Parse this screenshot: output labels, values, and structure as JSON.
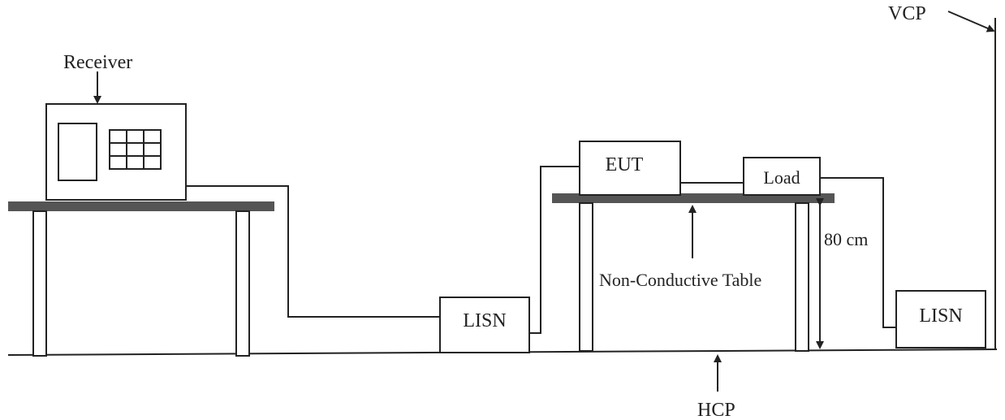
{
  "labels": {
    "receiver": "Receiver",
    "vcp": "VCP",
    "eut": "EUT",
    "load": "Load",
    "lisn_left": "LISN",
    "lisn_right": "LISN",
    "table": "Non-Conductive Table",
    "height": "80 cm",
    "hcp": "HCP"
  },
  "colors": {
    "ink": "#222222",
    "tabletop": "#555555"
  }
}
